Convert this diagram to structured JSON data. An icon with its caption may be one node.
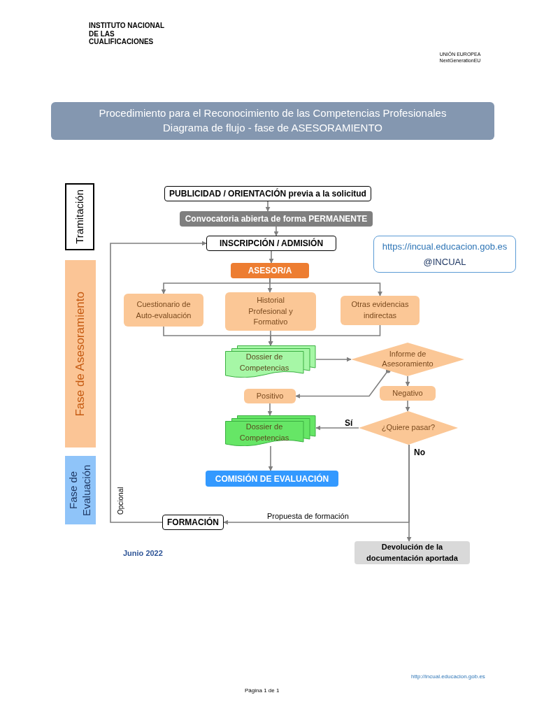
{
  "diagram": {
    "title": "Procedimiento para el Reconocimiento de las Competencias Profesionales",
    "nodes": [
      {
        "text": [
          "Tramitación"
        ]
      },
      {
        "text": [
          "Fase de Asesoramiento"
        ]
      },
      {
        "text": [
          "Fase de Evaluación"
        ]
      },
      {
        "text": [
          "PUBLICIDAD / ORIENTACIÓN previa a la solicitud"
        ]
      },
      {
        "text": [
          "Convocatoria abierta de forma PERMANENTE"
        ]
      },
      {
        "text": [
          "INSCRIPCIÓN / ADMISIÓN"
        ]
      },
      {
        "text": [
          "ASESOR/A"
        ]
      },
      {
        "text": [
          "Cuestionario de Auto-evaluación"
        ]
      },
      {
        "text": [
          "Historial Profesional y Formativo"
        ]
      },
      {
        "text": [
          "Otras evidencias indirectas"
        ]
      },
      {
        "text": [
          "Dossier de Competencias"
        ]
      },
      {
        "text": [
          "Informe de Asesoramiento"
        ]
      },
      {
        "text": [
          "Positivo"
        ]
      },
      {
        "text": [
          "Negativo"
        ]
      },
      {
        "text": [
          "Dossier de Competencias"
        ]
      },
      {
        "text": [
          "¿Quiere pasar?"
        ]
      },
      {
        "text": [
          "COMISIÓN DE EVALUACIÓN"
        ]
      },
      {
        "text": [
          "FORMACIÓN"
        ]
      },
      {
        "text": [
          "Devolución de la documentación aportada"
        ]
      },
      {
        "text": [
          "https://incual.educacion.gob.es",
          "@INCUAL"
        ]
      }
    ],
    "edges": [
      {
        "from": 3,
        "to": 4,
        "arrow": "to"
      },
      {
        "from": 4,
        "to": 5,
        "arrow": "to"
      },
      {
        "from": 5,
        "to": 6,
        "arrow": "to"
      },
      {
        "from": 6,
        "to": 7,
        "arrow": "to"
      },
      {
        "from": 6,
        "to": 8,
        "arrow": "to"
      },
      {
        "from": 6,
        "to": 9,
        "arrow": "to"
      },
      {
        "from": 7,
        "to": 10,
        "arrow": "to"
      },
      {
        "from": 8,
        "to": 10,
        "arrow": "to"
      },
      {
        "from": 9,
        "to": 10,
        "arrow": "to"
      },
      {
        "from": 10,
        "to": 11,
        "arrow": "to"
      },
      {
        "from": 11,
        "to": 12,
        "arrow": "to"
      },
      {
        "from": 11,
        "to": 13,
        "arrow": "to"
      },
      {
        "from": 13,
        "to": 15,
        "arrow": "to"
      },
      {
        "from": 12,
        "to": 14,
        "arrow": "to"
      },
      {
        "from": 15,
        "to": 14,
        "label": "Sí",
        "arrow": "to"
      },
      {
        "from": 15,
        "to": 18,
        "label": "No",
        "arrow": "to"
      },
      {
        "from": 15,
        "to": 17,
        "label": "Propuesta de formación",
        "arrow": "to"
      },
      {
        "from": 17,
        "to": 5,
        "label": "Opcional",
        "arrow": "to"
      },
      {
        "from": 14,
        "to": 16,
        "arrow": "to"
      }
    ],
    "labels": [
      "INSTITUTO NACIONAL DE LAS CUALIFICACIONES",
      "UNIÓN EUROPEA",
      "NextGenerationEU",
      "Diagrama de flujo - fase de ASESORAMIENTO",
      "Junio 2022",
      "http://incual.educacion.gob.es",
      "Página 1 de 1"
    ]
  }
}
